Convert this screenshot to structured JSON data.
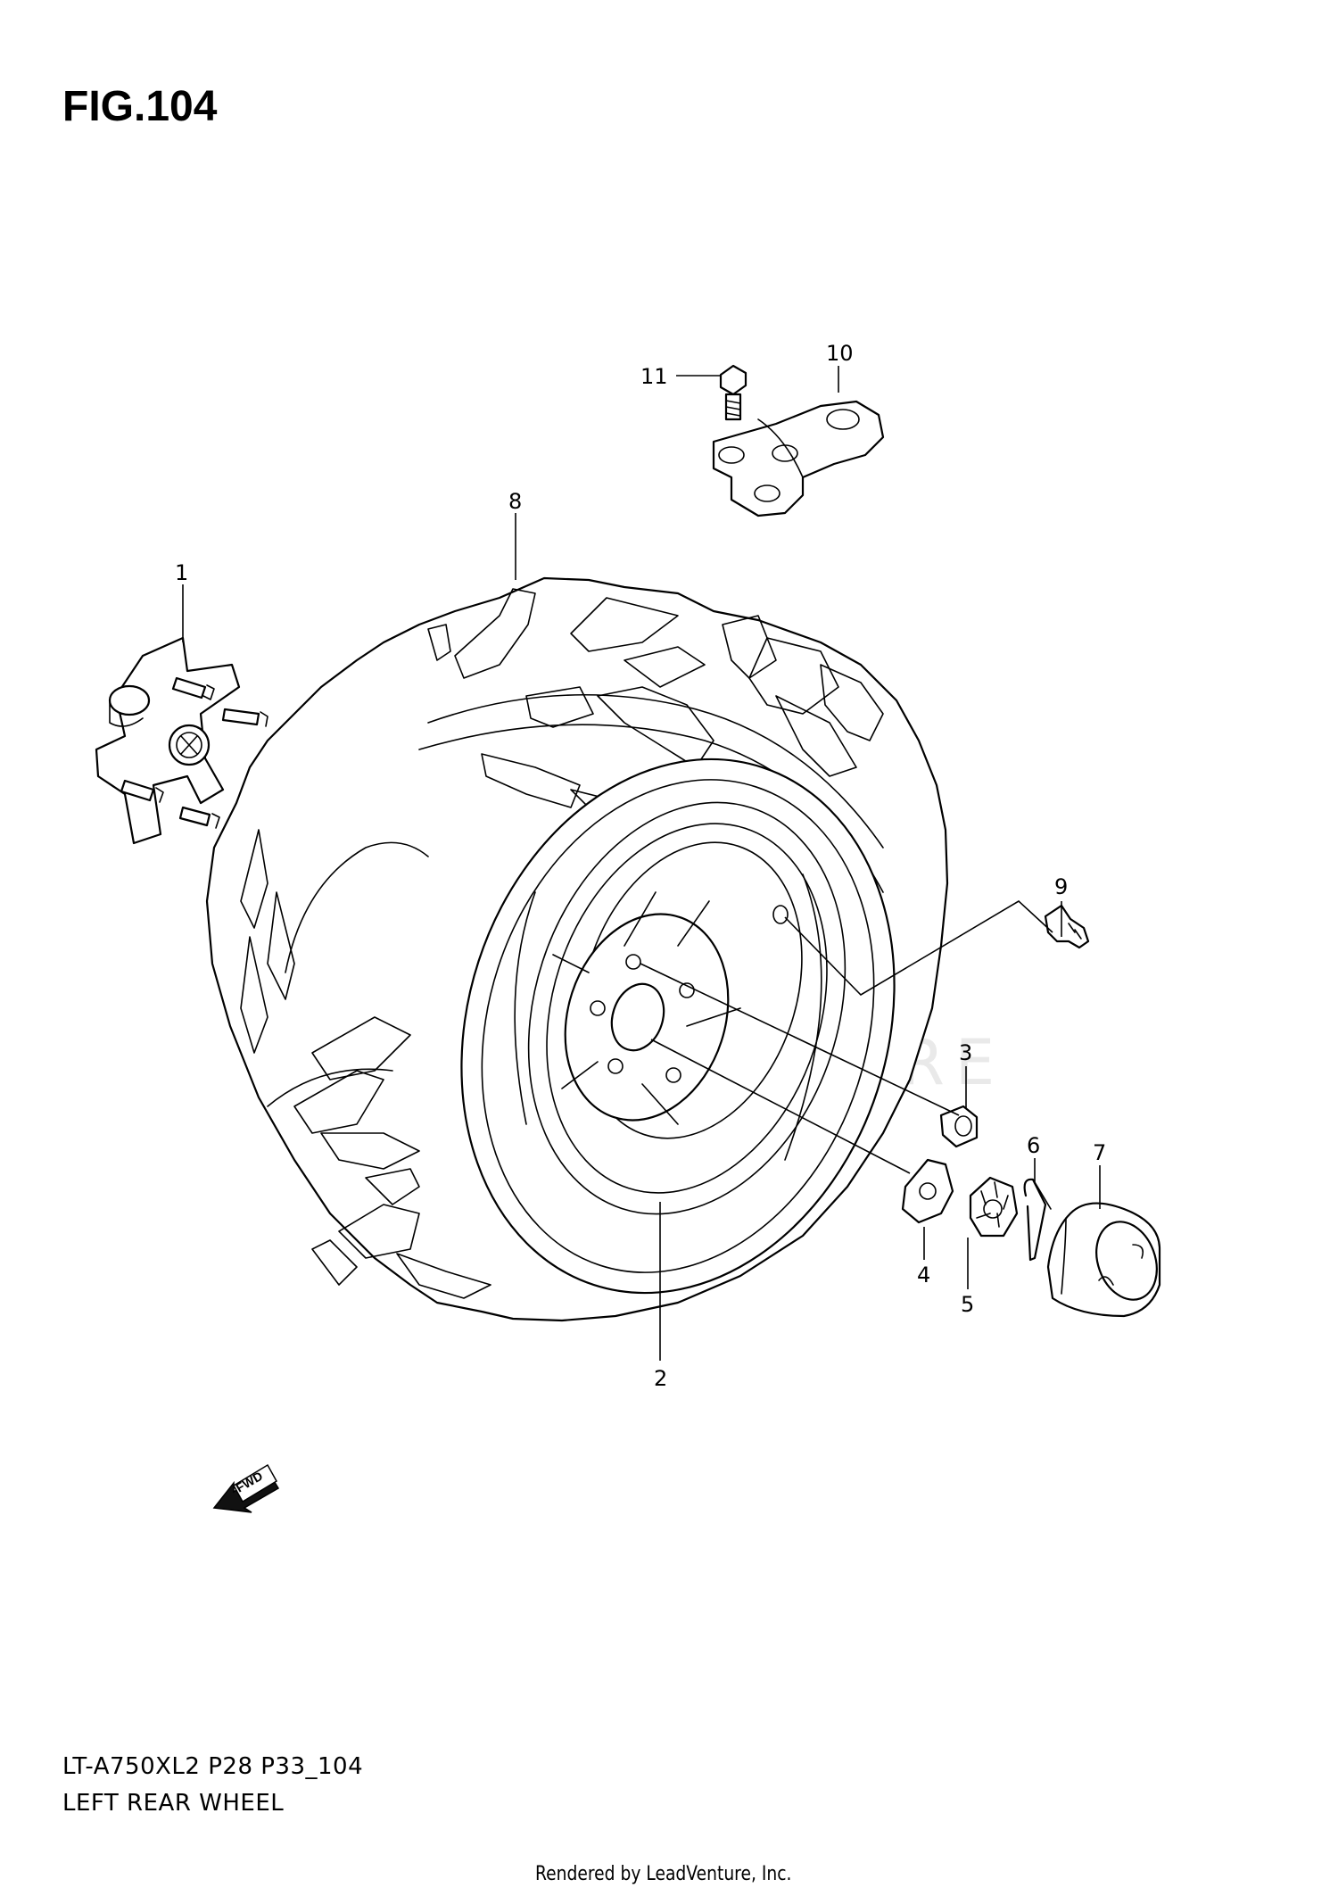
{
  "figure_title": "FIG.104",
  "model_code": "LT-A750XL2 P28 P33_104",
  "section_name": "LEFT REAR WHEEL",
  "credit": "Rendered by LeadVenture, Inc.",
  "watermark": "LEADVENTURE",
  "fwd_label": "FWD",
  "callouts": {
    "c1": "1",
    "c2": "2",
    "c3": "3",
    "c4": "4",
    "c5": "5",
    "c6": "6",
    "c7": "7",
    "c8": "8",
    "c9": "9",
    "c10": "10",
    "c11": "11"
  }
}
